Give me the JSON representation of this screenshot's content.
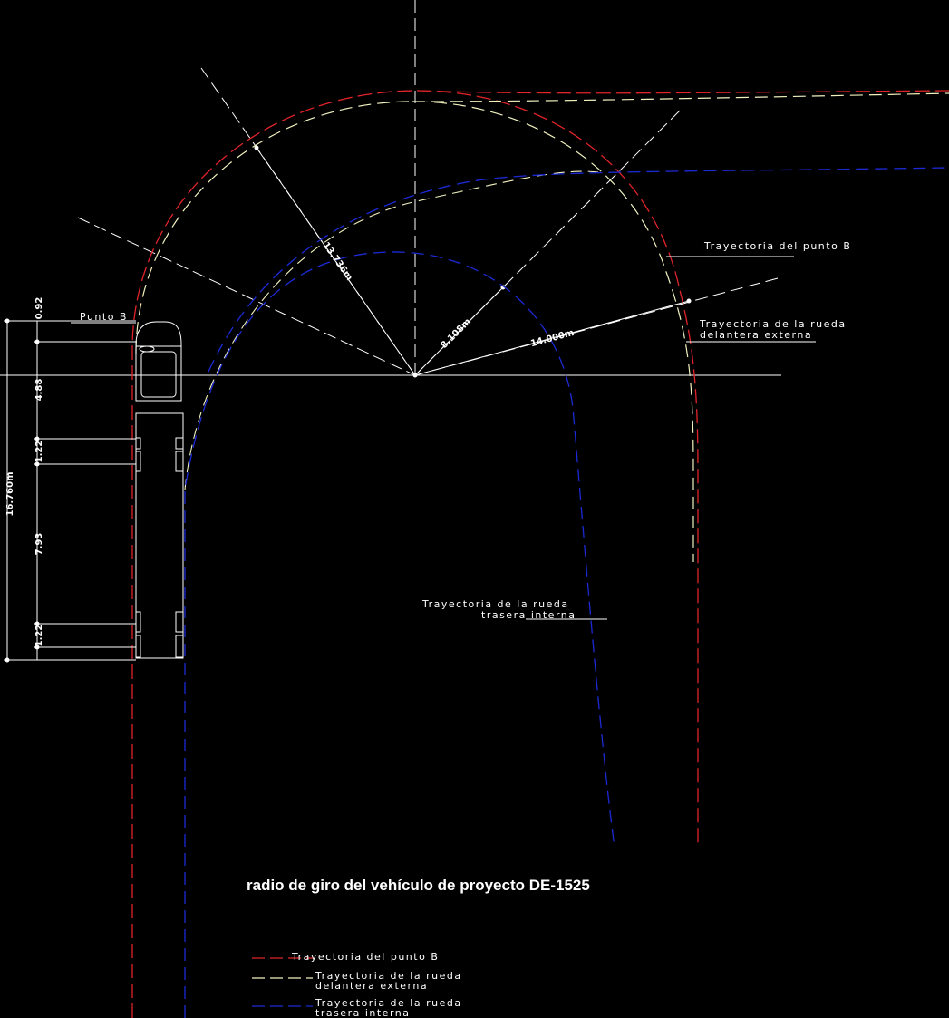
{
  "colors": {
    "background": "#000000",
    "outer_path": "#e0242a",
    "front_wheel_path": "#f2f2c0",
    "rear_wheel_path": "#1c2ad6",
    "lines": "#ffffff"
  },
  "title": "radio de giro del vehículo de proyecto DE-1525",
  "labels": {
    "punto_b": "Punto B",
    "punto_b_path_line1": "Trayectoria del punto B",
    "front_wheel_line1": "Trayectoria de la rueda",
    "front_wheel_line2": "delantera externa",
    "rear_wheel_line1": "Trayectoria de la rueda",
    "rear_wheel_line2": "trasera interna"
  },
  "radii": {
    "r1": "13.736m",
    "r2": "8.108m",
    "r3": "14.000m"
  },
  "vehicle_dims": {
    "total": "16.760m",
    "d1": "0.92",
    "d2": "4.88",
    "d3": "1.22",
    "d4": "7.93",
    "d5": "1.22"
  },
  "legend": [
    {
      "line1": "Trayectoria del punto B",
      "line2": ""
    },
    {
      "line1": "Trayectoria de la rueda",
      "line2": "delantera externa"
    },
    {
      "line1": "Trayectoria de la rueda",
      "line2": "trasera interna"
    }
  ]
}
